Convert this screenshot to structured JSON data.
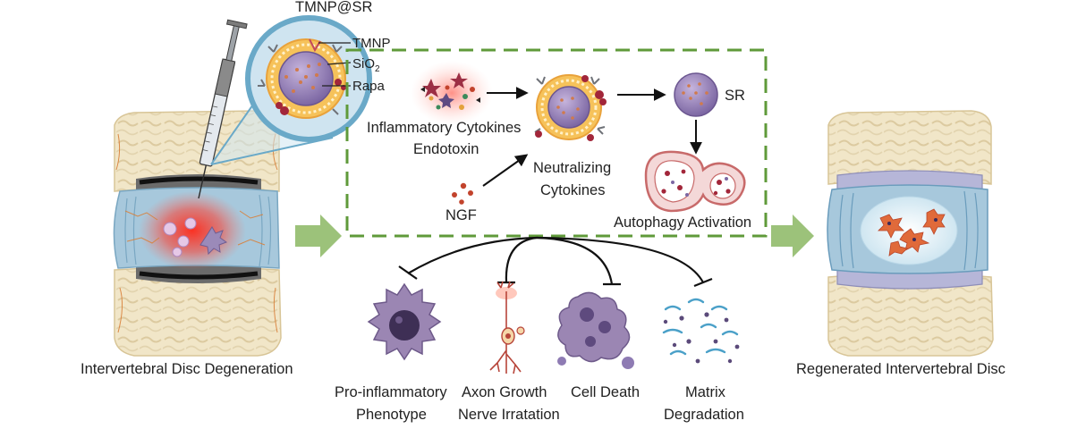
{
  "labels": {
    "tmnp_sr": "TMNP@SR",
    "tmnp": "TMNP",
    "sio2_main": "SiO",
    "sio2_sub": "2",
    "rapa": "Rapa",
    "inflammatory_cytokines": "Inflammatory Cytokines",
    "endotoxin": "Endotoxin",
    "ngf": "NGF",
    "neutralizing": "Neutralizing",
    "cytokines": "Cytokines",
    "sr": "SR",
    "autophagy_activation": "Autophagy Activation",
    "ivd_degeneration": "Intervertebral Disc Degeneration",
    "regenerated_ivd": "Regenerated Intervertebral Disc",
    "pro_inflammatory": "Pro-inflammatory",
    "phenotype": "Phenotype",
    "axon_growth": "Axon Growth",
    "nerve_irratation": "Nerve Irratation",
    "cell_death": "Cell Death",
    "matrix": "Matrix",
    "degradation": "Degradation"
  },
  "colors": {
    "dashed_box": "#5f9a3a",
    "flow_arrow": "#9cc27a",
    "bone": "#efe3c4",
    "disc_blue": "#a9cbe0",
    "inflammation": "#e8321f",
    "nanoparticle_core": "#8e7bb3",
    "nanoparticle_shell": "#f2b348",
    "magnifier": "#6aa9c8",
    "cell_purple": "#9b86b3"
  }
}
